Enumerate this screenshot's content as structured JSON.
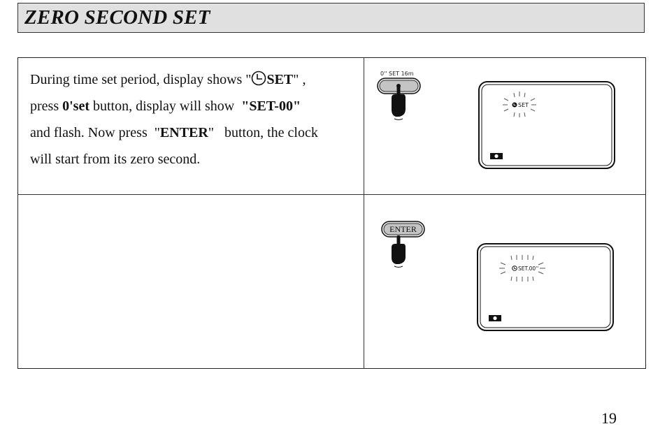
{
  "header": {
    "title": "ZERO SECOND SET"
  },
  "instructions": {
    "line1_a": "During time set period, display shows \"",
    "line1_b": "SET",
    "line1_c": "\" ,",
    "line2_a": "press ",
    "line2_b": "0'set",
    "line2_c": " button, display will show  ",
    "line2_d": "\"SET-00\"",
    "line3_a": "and flash. Now press  \"",
    "line3_b": "ENTER",
    "line3_c": "\"   button, the clock",
    "line4": "will start from its zero second."
  },
  "figure1": {
    "button_caption": "0'' SET   16m",
    "display_text": "SET"
  },
  "figure2": {
    "button_label": "ENTER",
    "display_text": "SET.00''"
  },
  "footer": {
    "page_number": "19"
  },
  "icons": [
    "clock-icon",
    "pointing-hand-icon",
    "flash-rays-icon",
    "mode-indicator-icon"
  ]
}
